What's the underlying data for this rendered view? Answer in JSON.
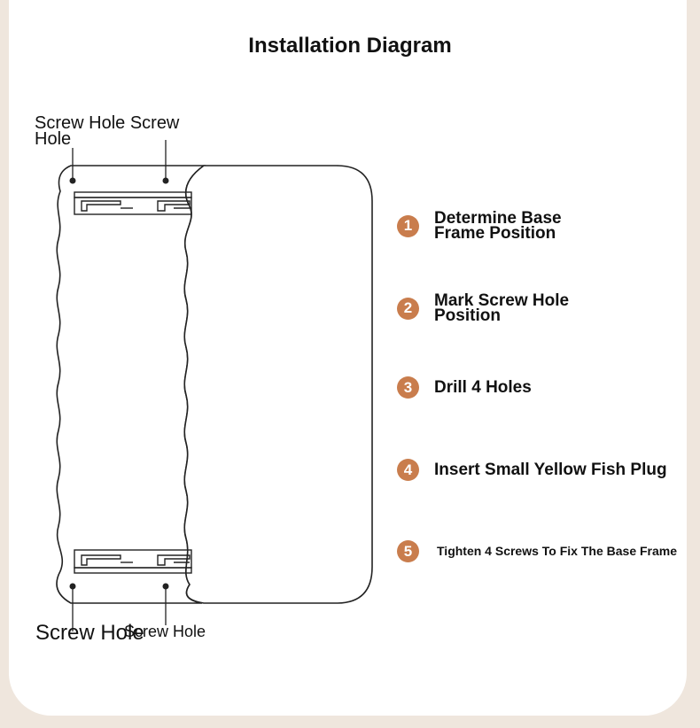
{
  "title": "Installation Diagram",
  "labels": {
    "top_left": "Screw Hole Screw Hole",
    "bottom_left": "Screw Hole",
    "bottom_right": "Screw Hole"
  },
  "steps": [
    {
      "number": "1",
      "text": "Determine Base Frame Position"
    },
    {
      "number": "2",
      "text": "Mark Screw Hole Position"
    },
    {
      "number": "3",
      "text": "Drill 4 Holes"
    },
    {
      "number": "4",
      "text": "Insert Small Yellow Fish Plug"
    },
    {
      "number": "5",
      "text": "Tighten 4 Screws To Fix The Base Frame"
    }
  ],
  "colors": {
    "background": "#efe6dd",
    "step_badge": "#c97d4d"
  }
}
